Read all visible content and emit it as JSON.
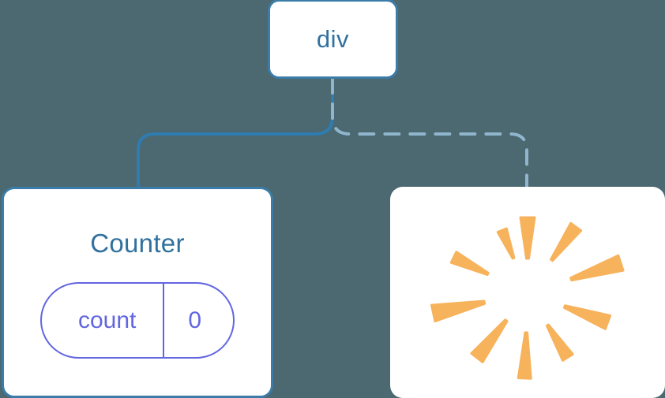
{
  "diagram": {
    "title": "React component tree with state and re-render highlight",
    "background_color": "#4c6870"
  },
  "palette": {
    "background": "#4c6870",
    "card_background": "#ffffff",
    "card_border": "#3b7ca8",
    "node_text": "#31719e",
    "state_accent": "#6266e0",
    "connector_solid": "#2e7cb0",
    "connector_dashed": "#8fb6cd",
    "burst_orange": "#f7b25c"
  },
  "nodes": {
    "root": {
      "label": "div",
      "name": "div-node"
    },
    "counter": {
      "label": "Counter",
      "name": "counter-node",
      "state": {
        "key": "count",
        "value": "0"
      }
    },
    "highlight": {
      "name": "render-burst-node",
      "icon": "burst-sparkle-icon",
      "ray_count": 10,
      "color": "#f7b25c"
    }
  },
  "connectors": [
    {
      "name": "div-to-counter-connector",
      "style": "solid",
      "color": "#2e7cb0",
      "from": "div",
      "to": "Counter"
    },
    {
      "name": "div-to-highlight-connector",
      "style": "dashed",
      "color": "#8fb6cd",
      "from": "div",
      "to": "highlight"
    }
  ],
  "burst_rays": [
    {
      "angle": -90,
      "inner": 44,
      "outer": 96,
      "half_width": 9.0
    },
    {
      "angle": -54,
      "inner": 52,
      "outer": 104,
      "half_width": 8.0
    },
    {
      "angle": -18,
      "inner": 58,
      "outer": 124,
      "half_width": 10.0
    },
    {
      "angle": 20,
      "inner": 50,
      "outer": 108,
      "half_width": 9.0
    },
    {
      "angle": 58,
      "inner": 48,
      "outer": 96,
      "half_width": 7.5
    },
    {
      "angle": 92,
      "inner": 50,
      "outer": 108,
      "half_width": 8.0
    },
    {
      "angle": 128,
      "inner": 44,
      "outer": 104,
      "half_width": 9.0
    },
    {
      "angle": 168,
      "inner": 56,
      "outer": 122,
      "half_width": 10.5
    },
    {
      "angle": 206,
      "inner": 56,
      "outer": 104,
      "half_width": 7.5
    },
    {
      "angle": 248,
      "inner": 48,
      "outer": 86,
      "half_width": 6.0
    }
  ]
}
